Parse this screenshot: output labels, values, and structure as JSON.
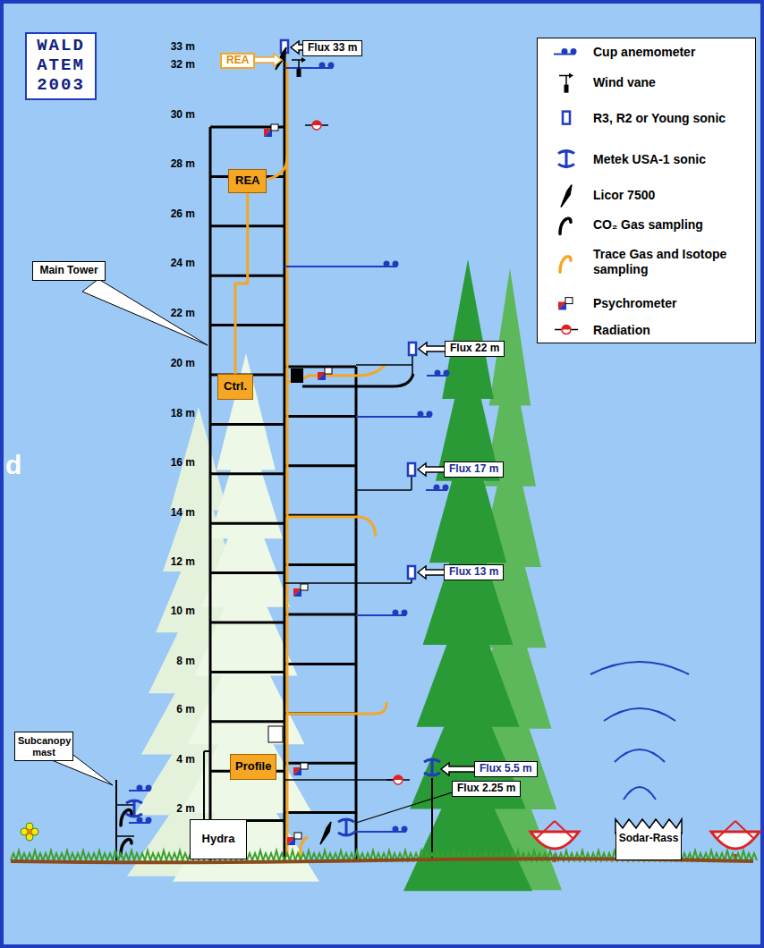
{
  "diagram": {
    "nodes": [
      {
        "text": [
          "WALD ATEM 2003"
        ]
      },
      {
        "text": [
          "Flux 33 m"
        ]
      },
      {
        "text": [
          "REA"
        ]
      },
      {
        "text": [
          "Main Tower"
        ]
      },
      {
        "text": [
          "REA"
        ]
      },
      {
        "text": [
          "Ctrl."
        ]
      },
      {
        "text": [
          "Flux 22 m"
        ]
      },
      {
        "text": [
          "Flux 17 m"
        ]
      },
      {
        "text": [
          "Flux 13 m"
        ]
      },
      {
        "text": [
          "Flux 5.5 m"
        ]
      },
      {
        "text": [
          "Profile"
        ]
      },
      {
        "text": [
          "Flux 2.25 m"
        ]
      },
      {
        "text": [
          "Subcanopy mast"
        ]
      },
      {
        "text": [
          "Hydra"
        ]
      },
      {
        "text": [
          "Sodar-Rass"
        ]
      }
    ],
    "edges": [
      {
        "from": 4,
        "to": 5,
        "arrow": "none"
      }
    ],
    "labels": [
      "33 m",
      "32 m",
      "30 m",
      "28 m",
      "26 m",
      "24 m",
      "22 m",
      "20 m",
      "18 m",
      "16 m",
      "14 m",
      "12 m",
      "10 m",
      "8 m",
      "6 m",
      "4 m",
      "2 m",
      "d"
    ],
    "legend": [
      {
        "text": "Cup anemometer"
      },
      {
        "text": "Wind vane"
      },
      {
        "text": "R3, R2 or Young sonic"
      },
      {
        "text": "Metek USA-1 sonic"
      },
      {
        "text": "Licor 7500"
      },
      {
        "text": "CO₂ Gas sampling"
      },
      {
        "text": "Trace Gas and Isotope sampling"
      },
      {
        "text": "Psychrometer"
      },
      {
        "text": "Radiation"
      }
    ]
  }
}
